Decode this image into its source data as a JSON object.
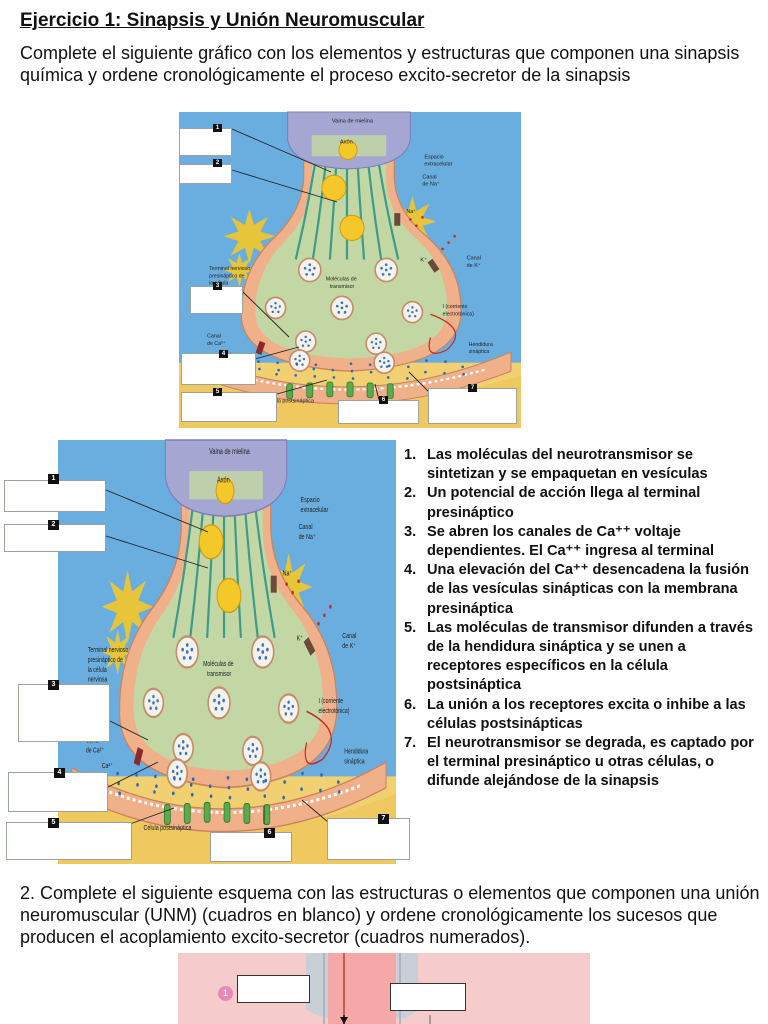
{
  "title": "Ejercicio 1: Sinapsis y Unión Neuromuscular",
  "intro1": "Complete el siguiente gráfico con los elementos y estructuras que componen una sinapsis química y ordene cronológicamente el proceso excito-secretor de la sinapsis",
  "figure_labels": {
    "vaina": "Vaina de mielina",
    "axon": "Axón",
    "espacio_1": "Espacio",
    "espacio_2": "extracelular",
    "canal_na_1": "Canal",
    "canal_na_2": "de Na⁺",
    "na": "Na⁺",
    "terminal_1": "Terminal nervioso",
    "terminal_2": "presináptico de",
    "terminal_3": "la célula",
    "terminal_4": "nerviosa",
    "moleculas_1": "Moléculas de",
    "moleculas_2": "transmisor",
    "k": "K⁺",
    "canal_k_1": "Canal",
    "canal_k_2": "de K⁺",
    "corriente_1": "I (corriente",
    "corriente_2": "electrotónica)",
    "canal_ca_1": "Canal",
    "canal_ca_2": "de Ca²⁺",
    "ca": "Ca²⁺",
    "hendidura_1": "Hendidura",
    "hendidura_2": "sináptica",
    "postsinaptica": "Célula postsináptica"
  },
  "box_numbers": [
    "1",
    "2",
    "3",
    "4",
    "5",
    "6",
    "7"
  ],
  "steps": [
    {
      "n": "1.",
      "text": "Las moléculas del neurotransmisor se sintetizan y se empaquetan en vesículas"
    },
    {
      "n": "2.",
      "text": "Un potencial de acción llega al terminal presináptico"
    },
    {
      "n": "3.",
      "text": "Se abren los canales de Ca⁺⁺ voltaje dependientes. El Ca⁺⁺ ingresa al terminal"
    },
    {
      "n": "4.",
      "text": "Una elevación del Ca⁺⁺ desencadena la fusión de las vesículas sinápticas con la membrana presináptica"
    },
    {
      "n": "5.",
      "text": "Las moléculas de transmisor difunden a través de la hendidura sináptica y se unen a receptores específicos en la célula postsináptica"
    },
    {
      "n": "6.",
      "text": "La unión a los receptores excita o inhibe a las células postsinápticas"
    },
    {
      "n": "7.",
      "text": "El neurotransmisor se degrada, es captado por el terminal presináptico u otras células, o difunde alejándose de la sinapsis"
    }
  ],
  "intro2": "2. Complete el siguiente esquema con las estructuras o elementos que componen una unión neuromuscular (UNM) (cuadros en blanco) y ordene cronológicamente los sucesos que producen el acoplamiento excito-secretor (cuadros numerados).",
  "unm": {
    "marker": "1"
  },
  "colors": {
    "bg_blue": "#6aaee0",
    "cytoplasm": "#c2d7a4",
    "membrane": "#efb08a",
    "vesicle": "#f4f2ea",
    "myelin": "#a6a6d2",
    "yellow": "#f4c828",
    "unm_bg": "#f6cbcb"
  }
}
